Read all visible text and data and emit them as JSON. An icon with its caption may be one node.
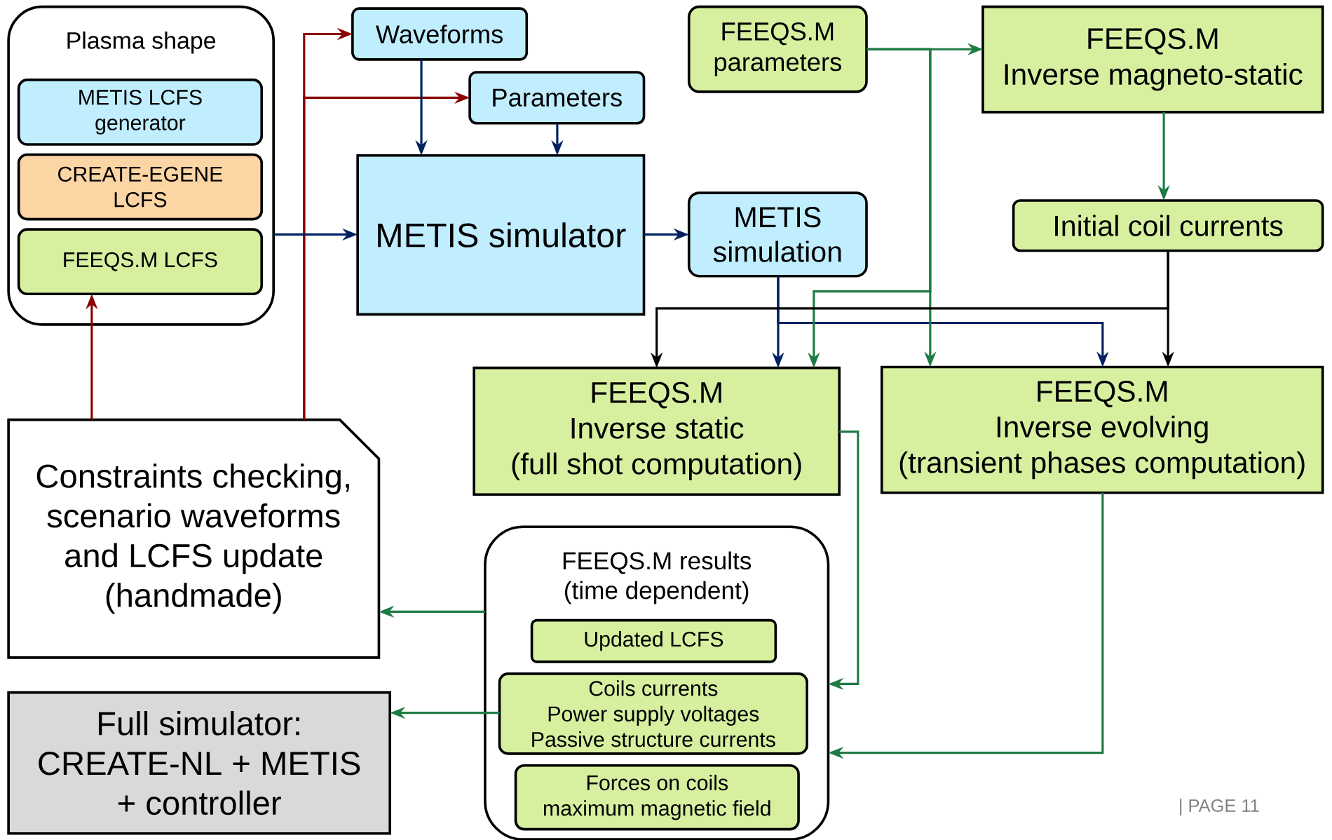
{
  "diagram": {
    "nodes": [
      {
        "text": [
          "Plasma shape"
        ]
      },
      {
        "text": [
          "METIS LCFS generator"
        ],
        "in": 0
      },
      {
        "text": [
          "CREATE-EGENE LCFS"
        ],
        "in": 0
      },
      {
        "text": [
          "FEEQS.M LCFS"
        ],
        "in": 0
      },
      {
        "text": [
          "Waveforms"
        ]
      },
      {
        "text": [
          "Parameters"
        ]
      },
      {
        "text": [
          "METIS simulator"
        ]
      },
      {
        "text": [
          "METIS simulation"
        ]
      },
      {
        "text": [
          "FEEQS.M parameters"
        ]
      },
      {
        "text": [
          "FEEQS.M",
          "Inverse magneto-static"
        ]
      },
      {
        "text": [
          "Initial coil currents"
        ]
      },
      {
        "text": [
          "FEEQS.M",
          "Inverse static",
          "(full shot computation)"
        ]
      },
      {
        "text": [
          "FEEQS.M",
          "Inverse evolving",
          "(transient phases computation)"
        ]
      },
      {
        "text": [
          "Constraints checking, scenario waveforms and LCFS update (handmade)"
        ]
      },
      {
        "text": [
          "FEEQS.M results",
          "(time dependent)"
        ]
      },
      {
        "text": [
          "Updated LCFS"
        ],
        "in": 14
      },
      {
        "text": [
          "Coils currents",
          "Power supply voltages",
          "Passive structure currents"
        ],
        "in": 14
      },
      {
        "text": [
          "Forces  on coils",
          "maximum magnetic field"
        ],
        "in": 14
      },
      {
        "text": [
          "Full simulator:",
          "CREATE-NL + METIS + controller"
        ]
      }
    ],
    "edges": [
      {
        "from": 13,
        "to": 3,
        "arrow": "to",
        "color": "#8b0000"
      },
      {
        "from": 13,
        "to": 4,
        "arrow": "to",
        "color": "#8b0000"
      },
      {
        "from": 13,
        "to": 5,
        "arrow": "to",
        "color": "#8b0000"
      },
      {
        "from": 0,
        "to": 6,
        "arrow": "to",
        "color": "#002060"
      },
      {
        "from": 4,
        "to": 6,
        "arrow": "to",
        "color": "#002060"
      },
      {
        "from": 5,
        "to": 6,
        "arrow": "to",
        "color": "#002060"
      },
      {
        "from": 6,
        "to": 7,
        "arrow": "to",
        "color": "#002060"
      },
      {
        "from": 7,
        "to": 11,
        "arrow": "to",
        "color": "#002060"
      },
      {
        "from": 7,
        "to": 12,
        "arrow": "to",
        "color": "#002060"
      },
      {
        "from": 8,
        "to": 9,
        "arrow": "to"
      },
      {
        "from": 8,
        "to": 11,
        "arrow": "to"
      },
      {
        "from": 8,
        "to": 12,
        "arrow": "to"
      },
      {
        "from": 9,
        "to": 10,
        "arrow": "to"
      },
      {
        "from": 10,
        "to": 11,
        "arrow": "to",
        "color": "#000000"
      },
      {
        "from": 10,
        "to": 12,
        "arrow": "to",
        "color": "#000000"
      },
      {
        "from": 11,
        "to": 14,
        "arrow": "to"
      },
      {
        "from": 12,
        "to": 14,
        "arrow": "to"
      },
      {
        "from": 14,
        "to": 13,
        "arrow": "to"
      },
      {
        "from": 16,
        "to": 18,
        "arrow": "to"
      }
    ],
    "labels": [
      "| PAGE 11"
    ]
  }
}
